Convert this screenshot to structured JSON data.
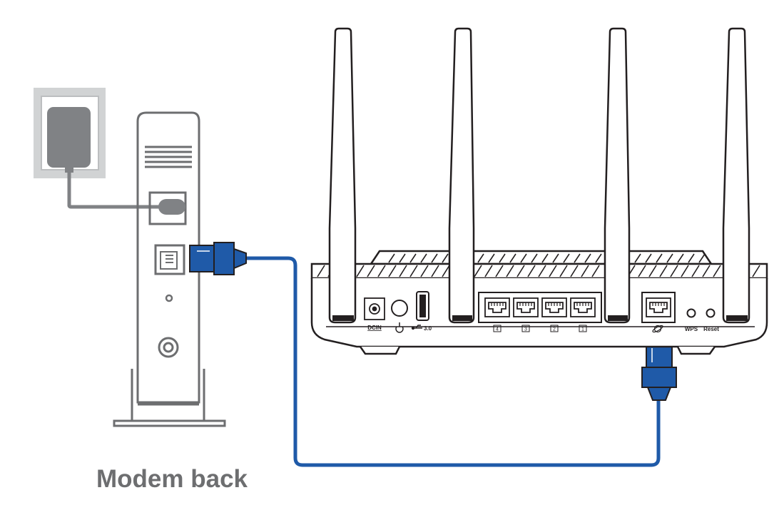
{
  "caption": "Modem back",
  "router": {
    "port_labels": {
      "dc_in": "DCIN",
      "usb": "3.0",
      "lan": [
        "4",
        "3",
        "2",
        "1"
      ],
      "wps": "WPS",
      "reset": "Reset"
    }
  },
  "colors": {
    "cable": "#1f5aa8",
    "outline": "#231f20",
    "modem_line": "#6d6e70",
    "adapter": "#808285",
    "caption": "#6d6e70"
  }
}
